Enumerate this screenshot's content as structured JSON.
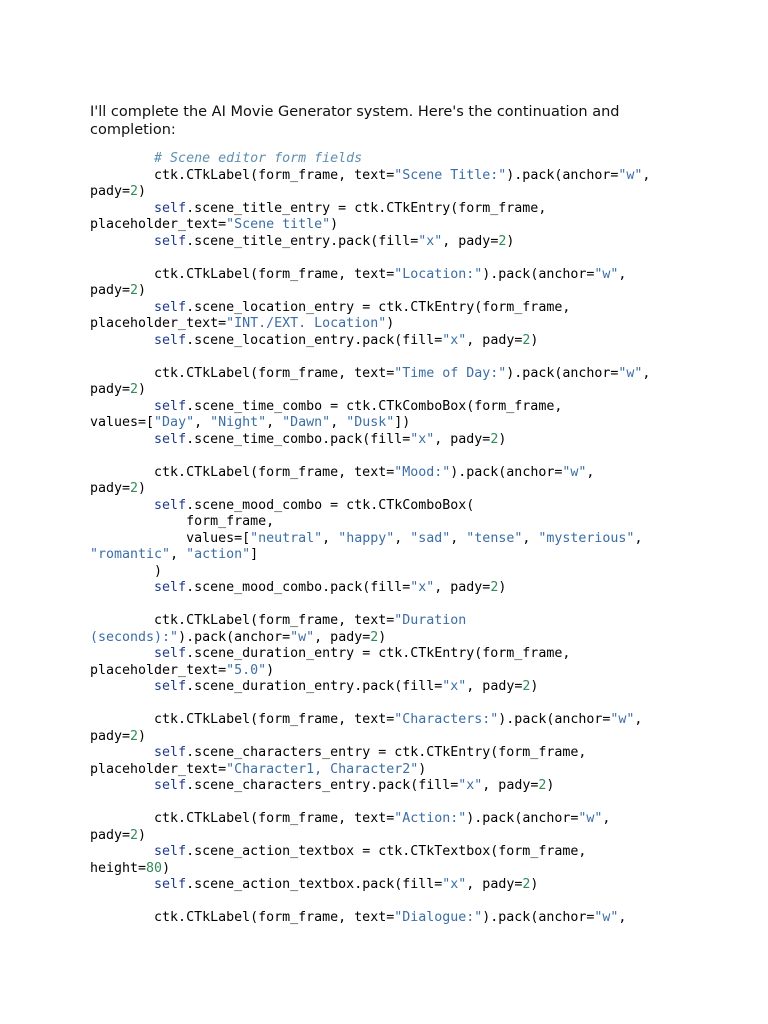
{
  "intro": "I'll complete the AI Movie Generator system. Here's the continuation and completion:",
  "colors": {
    "comment": "#5d8fb0",
    "string": "#3b6ea5",
    "keyword": "#1e3a8a",
    "number": "#2e8b57",
    "plain": "#000000"
  },
  "code_lines": [
    [
      [
        "c",
        "        # Scene editor form fields"
      ]
    ],
    [
      [
        "p",
        "        ctk.CTkLabel(form_frame, text="
      ],
      [
        "s",
        "\"Scene Title:\""
      ],
      [
        "p",
        ").pack(anchor="
      ],
      [
        "s",
        "\"w\""
      ],
      [
        "p",
        ","
      ]
    ],
    [
      [
        "p",
        "pady="
      ],
      [
        "n",
        "2"
      ],
      [
        "p",
        ")"
      ]
    ],
    [
      [
        "p",
        "        "
      ],
      [
        "k",
        "self"
      ],
      [
        "p",
        ".scene_title_entry = ctk.CTkEntry(form_frame,"
      ]
    ],
    [
      [
        "p",
        "placeholder_text="
      ],
      [
        "s",
        "\"Scene title\""
      ],
      [
        "p",
        ")"
      ]
    ],
    [
      [
        "p",
        "        "
      ],
      [
        "k",
        "self"
      ],
      [
        "p",
        ".scene_title_entry.pack(fill="
      ],
      [
        "s",
        "\"x\""
      ],
      [
        "p",
        ", pady="
      ],
      [
        "n",
        "2"
      ],
      [
        "p",
        ")"
      ]
    ],
    [],
    [
      [
        "p",
        "        ctk.CTkLabel(form_frame, text="
      ],
      [
        "s",
        "\"Location:\""
      ],
      [
        "p",
        ").pack(anchor="
      ],
      [
        "s",
        "\"w\""
      ],
      [
        "p",
        ","
      ]
    ],
    [
      [
        "p",
        "pady="
      ],
      [
        "n",
        "2"
      ],
      [
        "p",
        ")"
      ]
    ],
    [
      [
        "p",
        "        "
      ],
      [
        "k",
        "self"
      ],
      [
        "p",
        ".scene_location_entry = ctk.CTkEntry(form_frame,"
      ]
    ],
    [
      [
        "p",
        "placeholder_text="
      ],
      [
        "s",
        "\"INT./EXT. Location\""
      ],
      [
        "p",
        ")"
      ]
    ],
    [
      [
        "p",
        "        "
      ],
      [
        "k",
        "self"
      ],
      [
        "p",
        ".scene_location_entry.pack(fill="
      ],
      [
        "s",
        "\"x\""
      ],
      [
        "p",
        ", pady="
      ],
      [
        "n",
        "2"
      ],
      [
        "p",
        ")"
      ]
    ],
    [],
    [
      [
        "p",
        "        ctk.CTkLabel(form_frame, text="
      ],
      [
        "s",
        "\"Time of Day:\""
      ],
      [
        "p",
        ").pack(anchor="
      ],
      [
        "s",
        "\"w\""
      ],
      [
        "p",
        ","
      ]
    ],
    [
      [
        "p",
        "pady="
      ],
      [
        "n",
        "2"
      ],
      [
        "p",
        ")"
      ]
    ],
    [
      [
        "p",
        "        "
      ],
      [
        "k",
        "self"
      ],
      [
        "p",
        ".scene_time_combo = ctk.CTkComboBox(form_frame,"
      ]
    ],
    [
      [
        "p",
        "values=["
      ],
      [
        "s",
        "\"Day\""
      ],
      [
        "p",
        ", "
      ],
      [
        "s",
        "\"Night\""
      ],
      [
        "p",
        ", "
      ],
      [
        "s",
        "\"Dawn\""
      ],
      [
        "p",
        ", "
      ],
      [
        "s",
        "\"Dusk\""
      ],
      [
        "p",
        "])"
      ]
    ],
    [
      [
        "p",
        "        "
      ],
      [
        "k",
        "self"
      ],
      [
        "p",
        ".scene_time_combo.pack(fill="
      ],
      [
        "s",
        "\"x\""
      ],
      [
        "p",
        ", pady="
      ],
      [
        "n",
        "2"
      ],
      [
        "p",
        ")"
      ]
    ],
    [],
    [
      [
        "p",
        "        ctk.CTkLabel(form_frame, text="
      ],
      [
        "s",
        "\"Mood:\""
      ],
      [
        "p",
        ").pack(anchor="
      ],
      [
        "s",
        "\"w\""
      ],
      [
        "p",
        ","
      ]
    ],
    [
      [
        "p",
        "pady="
      ],
      [
        "n",
        "2"
      ],
      [
        "p",
        ")"
      ]
    ],
    [
      [
        "p",
        "        "
      ],
      [
        "k",
        "self"
      ],
      [
        "p",
        ".scene_mood_combo = ctk.CTkComboBox("
      ]
    ],
    [
      [
        "p",
        "            form_frame,"
      ]
    ],
    [
      [
        "p",
        "            values=["
      ],
      [
        "s",
        "\"neutral\""
      ],
      [
        "p",
        ", "
      ],
      [
        "s",
        "\"happy\""
      ],
      [
        "p",
        ", "
      ],
      [
        "s",
        "\"sad\""
      ],
      [
        "p",
        ", "
      ],
      [
        "s",
        "\"tense\""
      ],
      [
        "p",
        ", "
      ],
      [
        "s",
        "\"mysterious\""
      ],
      [
        "p",
        ","
      ]
    ],
    [
      [
        "s",
        "\"romantic\""
      ],
      [
        "p",
        ", "
      ],
      [
        "s",
        "\"action\""
      ],
      [
        "p",
        "]"
      ]
    ],
    [
      [
        "p",
        "        )"
      ]
    ],
    [
      [
        "p",
        "        "
      ],
      [
        "k",
        "self"
      ],
      [
        "p",
        ".scene_mood_combo.pack(fill="
      ],
      [
        "s",
        "\"x\""
      ],
      [
        "p",
        ", pady="
      ],
      [
        "n",
        "2"
      ],
      [
        "p",
        ")"
      ]
    ],
    [],
    [
      [
        "p",
        "        ctk.CTkLabel(form_frame, text="
      ],
      [
        "s",
        "\"Duration"
      ]
    ],
    [
      [
        "s",
        "(seconds):\""
      ],
      [
        "p",
        ").pack(anchor="
      ],
      [
        "s",
        "\"w\""
      ],
      [
        "p",
        ", pady="
      ],
      [
        "n",
        "2"
      ],
      [
        "p",
        ")"
      ]
    ],
    [
      [
        "p",
        "        "
      ],
      [
        "k",
        "self"
      ],
      [
        "p",
        ".scene_duration_entry = ctk.CTkEntry(form_frame,"
      ]
    ],
    [
      [
        "p",
        "placeholder_text="
      ],
      [
        "s",
        "\"5.0\""
      ],
      [
        "p",
        ")"
      ]
    ],
    [
      [
        "p",
        "        "
      ],
      [
        "k",
        "self"
      ],
      [
        "p",
        ".scene_duration_entry.pack(fill="
      ],
      [
        "s",
        "\"x\""
      ],
      [
        "p",
        ", pady="
      ],
      [
        "n",
        "2"
      ],
      [
        "p",
        ")"
      ]
    ],
    [],
    [
      [
        "p",
        "        ctk.CTkLabel(form_frame, text="
      ],
      [
        "s",
        "\"Characters:\""
      ],
      [
        "p",
        ").pack(anchor="
      ],
      [
        "s",
        "\"w\""
      ],
      [
        "p",
        ","
      ]
    ],
    [
      [
        "p",
        "pady="
      ],
      [
        "n",
        "2"
      ],
      [
        "p",
        ")"
      ]
    ],
    [
      [
        "p",
        "        "
      ],
      [
        "k",
        "self"
      ],
      [
        "p",
        ".scene_characters_entry = ctk.CTkEntry(form_frame,"
      ]
    ],
    [
      [
        "p",
        "placeholder_text="
      ],
      [
        "s",
        "\"Character1, Character2\""
      ],
      [
        "p",
        ")"
      ]
    ],
    [
      [
        "p",
        "        "
      ],
      [
        "k",
        "self"
      ],
      [
        "p",
        ".scene_characters_entry.pack(fill="
      ],
      [
        "s",
        "\"x\""
      ],
      [
        "p",
        ", pady="
      ],
      [
        "n",
        "2"
      ],
      [
        "p",
        ")"
      ]
    ],
    [],
    [
      [
        "p",
        "        ctk.CTkLabel(form_frame, text="
      ],
      [
        "s",
        "\"Action:\""
      ],
      [
        "p",
        ").pack(anchor="
      ],
      [
        "s",
        "\"w\""
      ],
      [
        "p",
        ","
      ]
    ],
    [
      [
        "p",
        "pady="
      ],
      [
        "n",
        "2"
      ],
      [
        "p",
        ")"
      ]
    ],
    [
      [
        "p",
        "        "
      ],
      [
        "k",
        "self"
      ],
      [
        "p",
        ".scene_action_textbox = ctk.CTkTextbox(form_frame,"
      ]
    ],
    [
      [
        "p",
        "height="
      ],
      [
        "n",
        "80"
      ],
      [
        "p",
        ")"
      ]
    ],
    [
      [
        "p",
        "        "
      ],
      [
        "k",
        "self"
      ],
      [
        "p",
        ".scene_action_textbox.pack(fill="
      ],
      [
        "s",
        "\"x\""
      ],
      [
        "p",
        ", pady="
      ],
      [
        "n",
        "2"
      ],
      [
        "p",
        ")"
      ]
    ],
    [],
    [
      [
        "p",
        "        ctk.CTkLabel(form_frame, text="
      ],
      [
        "s",
        "\"Dialogue:\""
      ],
      [
        "p",
        ").pack(anchor="
      ],
      [
        "s",
        "\"w\""
      ],
      [
        "p",
        ","
      ]
    ]
  ]
}
